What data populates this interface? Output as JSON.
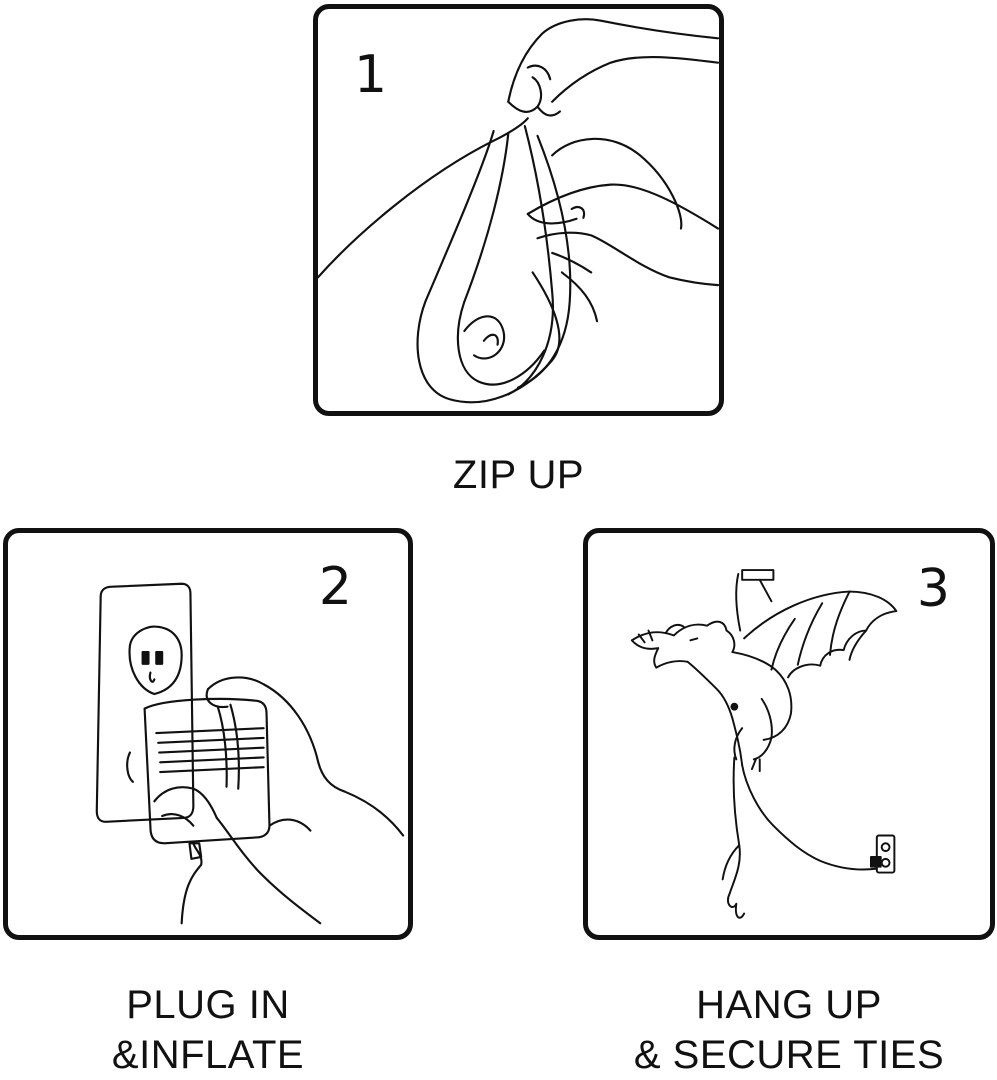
{
  "steps": [
    {
      "number": "1",
      "caption_lines": [
        "ZIP UP"
      ],
      "icon": "hands-zipping-fabric"
    },
    {
      "number": "2",
      "caption_lines": [
        "PLUG IN",
        "&INFLATE"
      ],
      "icon": "hand-plugging-adapter-into-outlet"
    },
    {
      "number": "3",
      "caption_lines": [
        "HANG UP",
        "& SECURE TIES"
      ],
      "icon": "hanging-dragon-with-hook-and-outlet"
    }
  ],
  "colors": {
    "line": "#111111",
    "background": "#ffffff"
  }
}
